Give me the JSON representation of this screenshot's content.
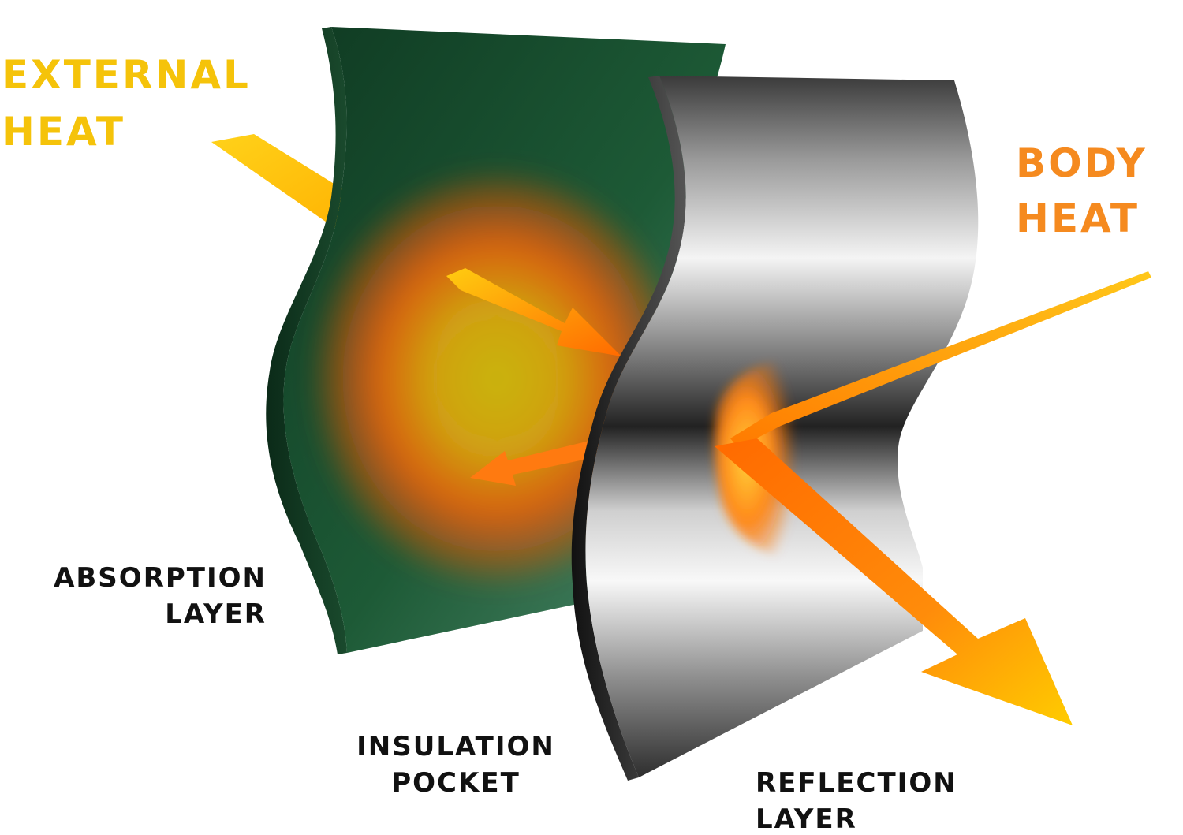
{
  "labels": {
    "external_heat": [
      "EXTERNAL",
      "HEAT"
    ],
    "body_heat": [
      "BODY",
      "HEAT"
    ],
    "absorption_layer": [
      "ABSORPTION",
      "LAYER"
    ],
    "insulation_pocket": [
      "INSULATION",
      "POCKET"
    ],
    "reflection_layer": [
      "REFLECTION",
      "LAYER"
    ]
  },
  "colors": {
    "external_heat": "#f5c30a",
    "body_heat": "#f58a1f",
    "absorption_layer": "#1d4d32",
    "reflection_layer": "#b8b8b8",
    "heat_glow": "#ff7a00",
    "label_text": "#111111"
  }
}
